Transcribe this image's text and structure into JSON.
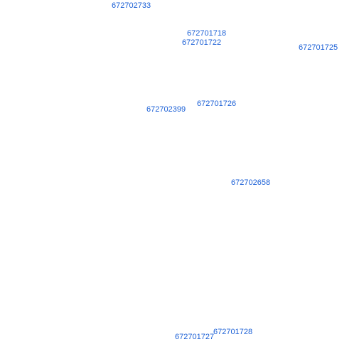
{
  "map": {
    "label_color": "#1a5fd6",
    "background_color": "#ffffff",
    "parcel_labels": [
      "672702733",
      "672701718",
      "672701722",
      "672701725",
      "672701726",
      "672702399",
      "672702658",
      "672701728",
      "672701727"
    ]
  }
}
